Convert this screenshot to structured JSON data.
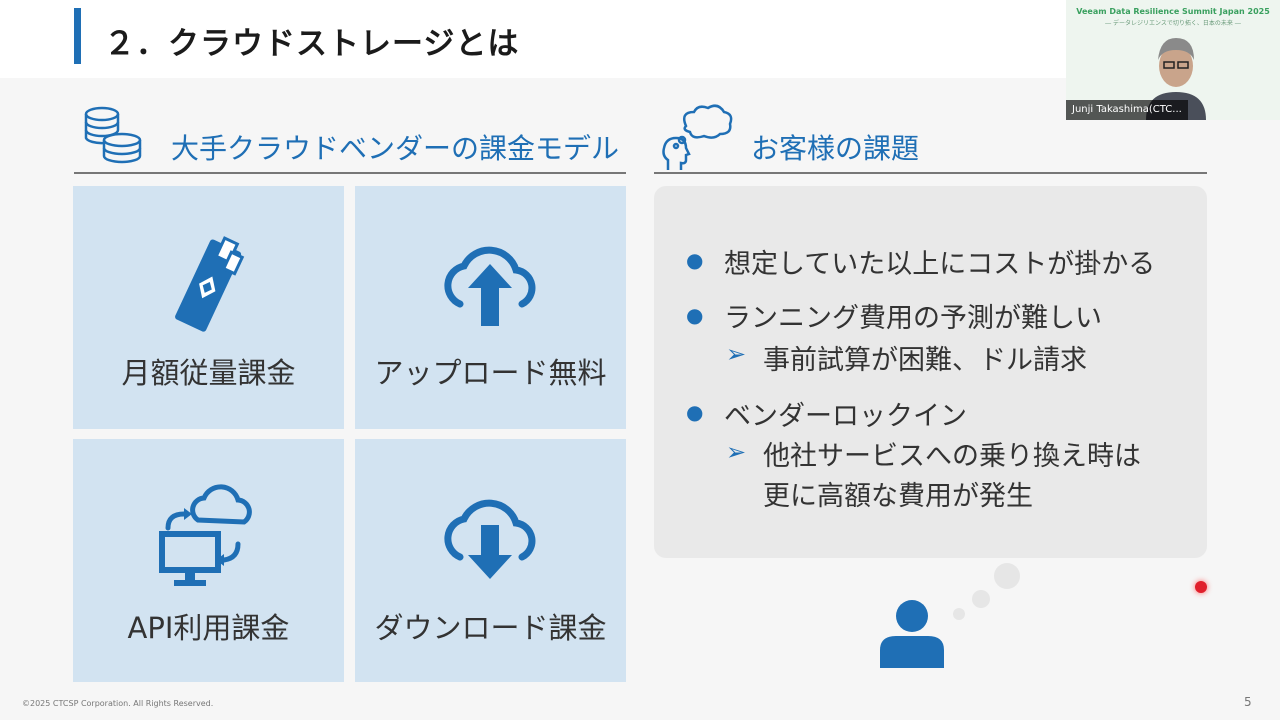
{
  "slide": {
    "title": "２．クラウドストレージとは",
    "left_section": {
      "title": "大手クラウドベンダーの課金モデル",
      "icon": "coins-icon",
      "tiles": [
        {
          "label": "月額従量課金",
          "icon": "ticket-icon"
        },
        {
          "label": "アップロード無料",
          "icon": "cloud-upload-icon"
        },
        {
          "label": "API利用課金",
          "icon": "cloud-sync-icon"
        },
        {
          "label": "ダウンロード課金",
          "icon": "cloud-download-icon"
        }
      ]
    },
    "right_section": {
      "title": "お客様の課題",
      "icon": "thinking-head-icon",
      "issues": [
        {
          "text": "想定していた以上にコストが掛かる",
          "subs": []
        },
        {
          "text": "ランニング費用の予測が難しい",
          "subs": [
            "事前試算が困難、ドル請求"
          ]
        },
        {
          "text": "ベンダーロックイン",
          "subs": [
            "他社サービスへの乗り換え時は",
            "更に高額な費用が発生"
          ]
        }
      ],
      "person_icon": "person-icon"
    },
    "footer": "©2025 CTCSP Corporation. All Rights Reserved.",
    "page_number": "5"
  },
  "video_overlay": {
    "event_title": "Veeam Data Resilience Summit Japan 2025",
    "event_subtitle": "― データレジリエンスで切り拓く、日本の未来 ―",
    "presenter_name": "Junji Takashima(CTC..."
  },
  "colors": {
    "accent_blue": "#1f6fb5",
    "tile_bg": "#d2e3f1",
    "issues_bg": "#e9e9e9",
    "pointer_red": "#e0202c"
  }
}
